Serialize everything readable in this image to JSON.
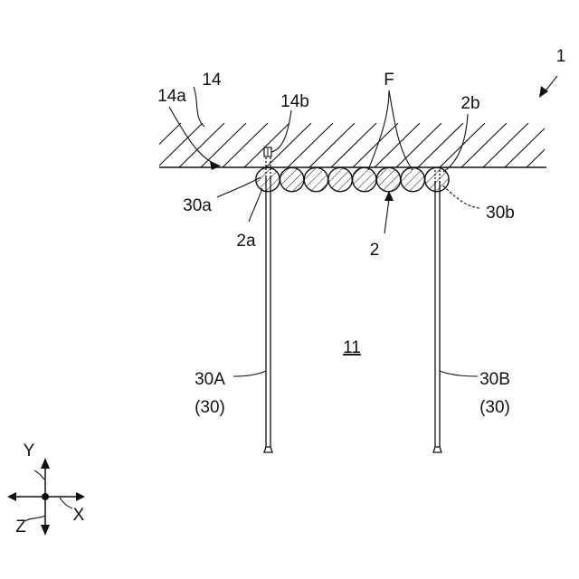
{
  "colors": {
    "line": "#111111",
    "background": "#ffffff"
  },
  "labels": {
    "device": "1",
    "member_a": "14a",
    "member": "14",
    "member_b": "14b",
    "fibers": "F",
    "end_b": "2b",
    "contact_a": "30a",
    "contact_b": "30b",
    "end_a": "2a",
    "bundle": "2",
    "space": "11",
    "wire_a": "30A",
    "wire_a_group": "(30)",
    "wire_b": "30B",
    "wire_b_group": "(30)"
  },
  "axes": {
    "y": "Y",
    "x": "X",
    "z": "Z"
  },
  "fiber_count": 8
}
